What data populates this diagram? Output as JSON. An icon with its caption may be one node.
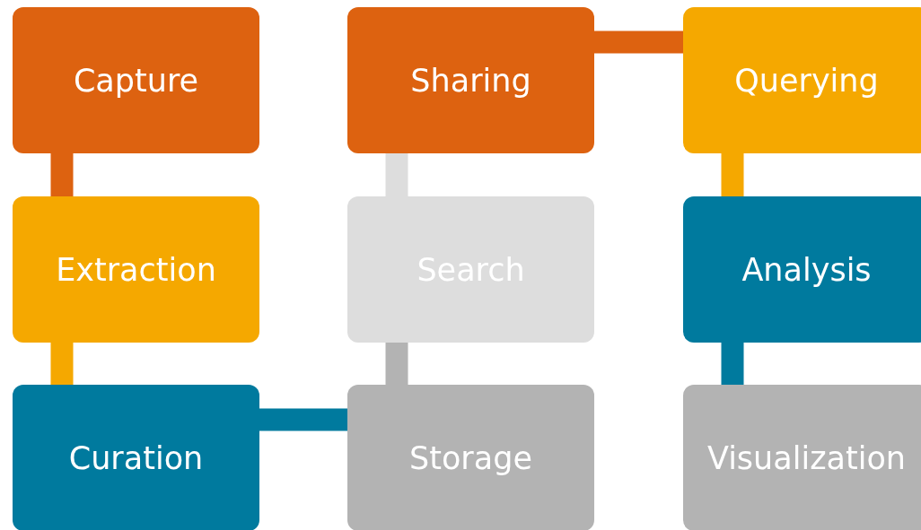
{
  "diagram": {
    "nodes": [
      {
        "text": [
          "Capture"
        ]
      },
      {
        "text": [
          "Sharing"
        ]
      },
      {
        "text": [
          "Querying"
        ]
      },
      {
        "text": [
          "Extraction"
        ]
      },
      {
        "text": [
          "Search"
        ]
      },
      {
        "text": [
          "Analysis"
        ]
      },
      {
        "text": [
          "Curation"
        ]
      },
      {
        "text": [
          "Storage"
        ]
      },
      {
        "text": [
          "Visualization"
        ]
      }
    ],
    "edges": [
      {
        "from": 0,
        "to": 3,
        "arrow": "none",
        "color": "#dd6210"
      },
      {
        "from": 3,
        "to": 6,
        "arrow": "none",
        "color": "#f5a800"
      },
      {
        "from": 6,
        "to": 7,
        "arrow": "none",
        "color": "#007a9e"
      },
      {
        "from": 7,
        "to": 4,
        "arrow": "none",
        "color": "#b3b3b3"
      },
      {
        "from": 4,
        "to": 1,
        "arrow": "none",
        "color": "#dddddd"
      },
      {
        "from": 1,
        "to": 2,
        "arrow": "none",
        "color": "#dd6210"
      },
      {
        "from": 2,
        "to": 5,
        "arrow": "none",
        "color": "#f5a800"
      },
      {
        "from": 5,
        "to": 8,
        "arrow": "none",
        "color": "#007a9e"
      }
    ]
  }
}
